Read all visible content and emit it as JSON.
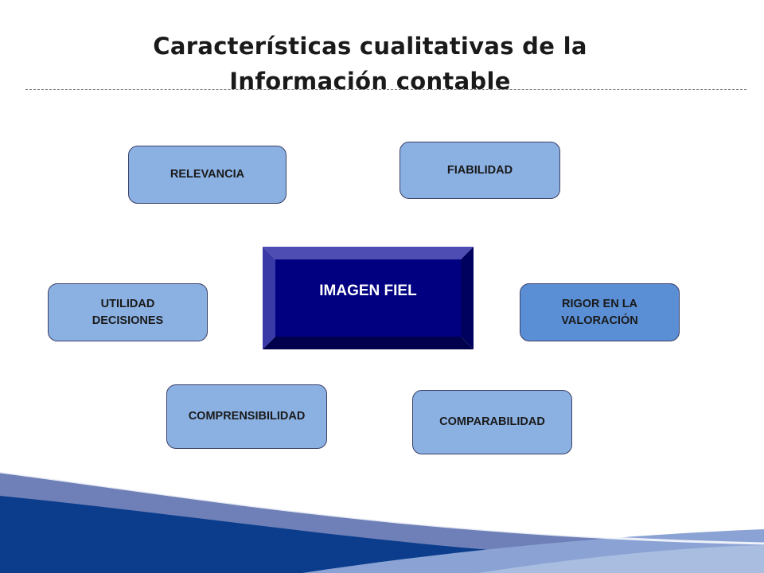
{
  "title": {
    "line1": "Características cualitativas de la",
    "line2": "Información contable"
  },
  "center": {
    "label": "IMAGEN FIEL"
  },
  "boxes": {
    "relevancia": "RELEVANCIA",
    "fiabilidad": "FIABILIDAD",
    "utilidad": "UTILIDAD\nDECISIONES",
    "rigor": "RIGOR EN LA\nVALORACIÓN",
    "comprensibilidad": "COMPRENSIBILIDAD",
    "comparabilidad": "COMPARABILIDAD"
  },
  "colors": {
    "box_light": "#8bb1e3",
    "box_accent": "#5a8fd6",
    "center_fill": "#000080",
    "center_bevel_light": "#4d4db3",
    "center_bevel_dark": "#00004d",
    "wave_dark": "#0b3d8c",
    "wave_light": "#a9bde0"
  }
}
